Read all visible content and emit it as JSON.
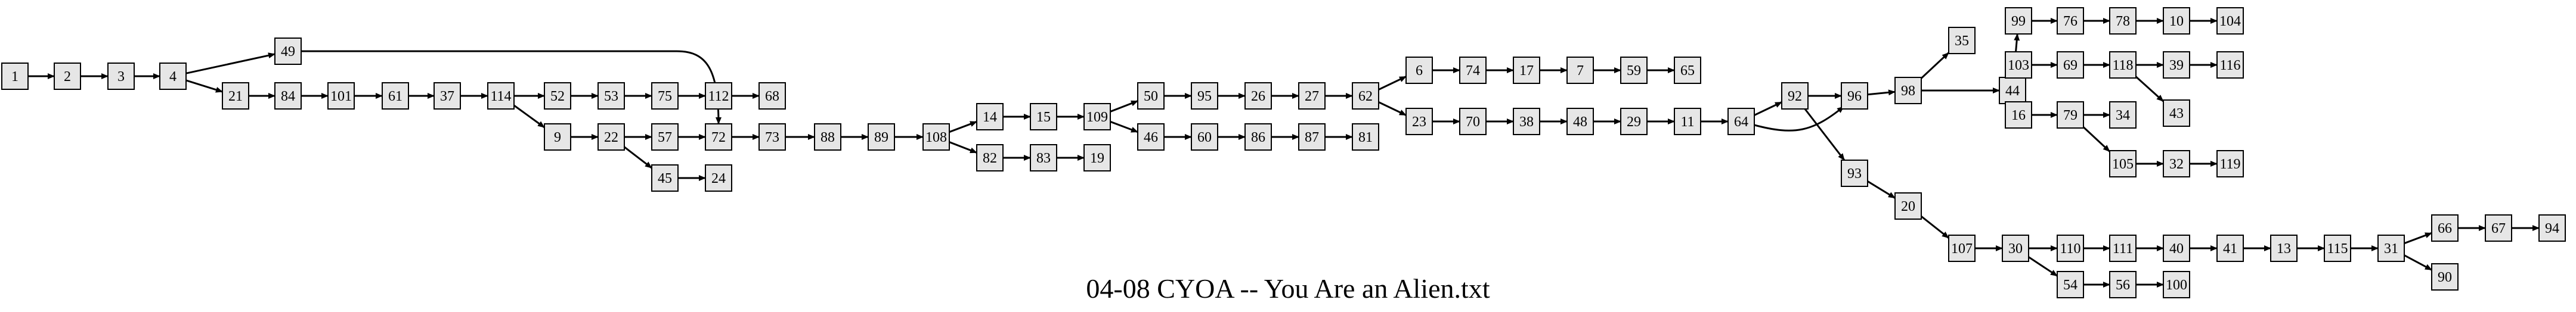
{
  "caption": "04-08 CYOA -- You Are an Alien.txt",
  "nodes": [
    "1",
    "2",
    "3",
    "4",
    "49",
    "21",
    "84",
    "101",
    "61",
    "37",
    "114",
    "52",
    "53",
    "75",
    "112",
    "68",
    "9",
    "22",
    "57",
    "72",
    "73",
    "88",
    "89",
    "108",
    "14",
    "15",
    "109",
    "50",
    "95",
    "26",
    "27",
    "62",
    "6",
    "74",
    "17",
    "7",
    "59",
    "65",
    "23",
    "70",
    "38",
    "48",
    "29",
    "11",
    "64",
    "92",
    "96",
    "98",
    "35",
    "44",
    "99",
    "76",
    "78",
    "10",
    "104",
    "103",
    "69",
    "118",
    "39",
    "116",
    "43",
    "16",
    "79",
    "34",
    "105",
    "32",
    "119",
    "93",
    "20",
    "107",
    "30",
    "110",
    "111",
    "40",
    "41",
    "13",
    "115",
    "31",
    "66",
    "67",
    "94",
    "90",
    "54",
    "56",
    "100",
    "45",
    "24",
    "46",
    "60",
    "86",
    "87",
    "81",
    "82",
    "83",
    "19"
  ],
  "edges": [
    [
      "1",
      "2"
    ],
    [
      "2",
      "3"
    ],
    [
      "3",
      "4"
    ],
    [
      "4",
      "49"
    ],
    [
      "4",
      "21"
    ],
    [
      "49",
      "72"
    ],
    [
      "21",
      "84"
    ],
    [
      "84",
      "101"
    ],
    [
      "101",
      "61"
    ],
    [
      "61",
      "37"
    ],
    [
      "37",
      "114"
    ],
    [
      "114",
      "52"
    ],
    [
      "114",
      "9"
    ],
    [
      "52",
      "53"
    ],
    [
      "53",
      "75"
    ],
    [
      "75",
      "112"
    ],
    [
      "112",
      "68"
    ],
    [
      "9",
      "22"
    ],
    [
      "22",
      "57"
    ],
    [
      "22",
      "45"
    ],
    [
      "57",
      "72"
    ],
    [
      "45",
      "24"
    ],
    [
      "72",
      "73"
    ],
    [
      "73",
      "88"
    ],
    [
      "88",
      "89"
    ],
    [
      "89",
      "108"
    ],
    [
      "108",
      "14"
    ],
    [
      "108",
      "82"
    ],
    [
      "14",
      "15"
    ],
    [
      "15",
      "109"
    ],
    [
      "109",
      "50"
    ],
    [
      "109",
      "46"
    ],
    [
      "50",
      "95"
    ],
    [
      "95",
      "26"
    ],
    [
      "26",
      "27"
    ],
    [
      "27",
      "62"
    ],
    [
      "62",
      "6"
    ],
    [
      "62",
      "23"
    ],
    [
      "6",
      "74"
    ],
    [
      "74",
      "17"
    ],
    [
      "17",
      "7"
    ],
    [
      "7",
      "59"
    ],
    [
      "59",
      "65"
    ],
    [
      "23",
      "70"
    ],
    [
      "70",
      "38"
    ],
    [
      "38",
      "48"
    ],
    [
      "48",
      "29"
    ],
    [
      "29",
      "11"
    ],
    [
      "11",
      "64"
    ],
    [
      "64",
      "92"
    ],
    [
      "64",
      "96"
    ],
    [
      "92",
      "96"
    ],
    [
      "92",
      "93"
    ],
    [
      "96",
      "98"
    ],
    [
      "98",
      "35"
    ],
    [
      "98",
      "44"
    ],
    [
      "44",
      "99"
    ],
    [
      "44",
      "103"
    ],
    [
      "44",
      "16"
    ],
    [
      "99",
      "76"
    ],
    [
      "76",
      "78"
    ],
    [
      "78",
      "10"
    ],
    [
      "10",
      "104"
    ],
    [
      "103",
      "69"
    ],
    [
      "69",
      "118"
    ],
    [
      "118",
      "39"
    ],
    [
      "118",
      "43"
    ],
    [
      "39",
      "116"
    ],
    [
      "16",
      "79"
    ],
    [
      "79",
      "34"
    ],
    [
      "79",
      "105"
    ],
    [
      "105",
      "32"
    ],
    [
      "32",
      "119"
    ],
    [
      "93",
      "20"
    ],
    [
      "20",
      "107"
    ],
    [
      "107",
      "30"
    ],
    [
      "30",
      "110"
    ],
    [
      "30",
      "54"
    ],
    [
      "110",
      "111"
    ],
    [
      "111",
      "40"
    ],
    [
      "40",
      "41"
    ],
    [
      "41",
      "13"
    ],
    [
      "13",
      "115"
    ],
    [
      "115",
      "31"
    ],
    [
      "31",
      "66"
    ],
    [
      "31",
      "90"
    ],
    [
      "66",
      "67"
    ],
    [
      "67",
      "94"
    ],
    [
      "54",
      "56"
    ],
    [
      "56",
      "100"
    ],
    [
      "46",
      "60"
    ],
    [
      "60",
      "86"
    ],
    [
      "86",
      "87"
    ],
    [
      "87",
      "81"
    ],
    [
      "82",
      "83"
    ],
    [
      "83",
      "19"
    ]
  ]
}
